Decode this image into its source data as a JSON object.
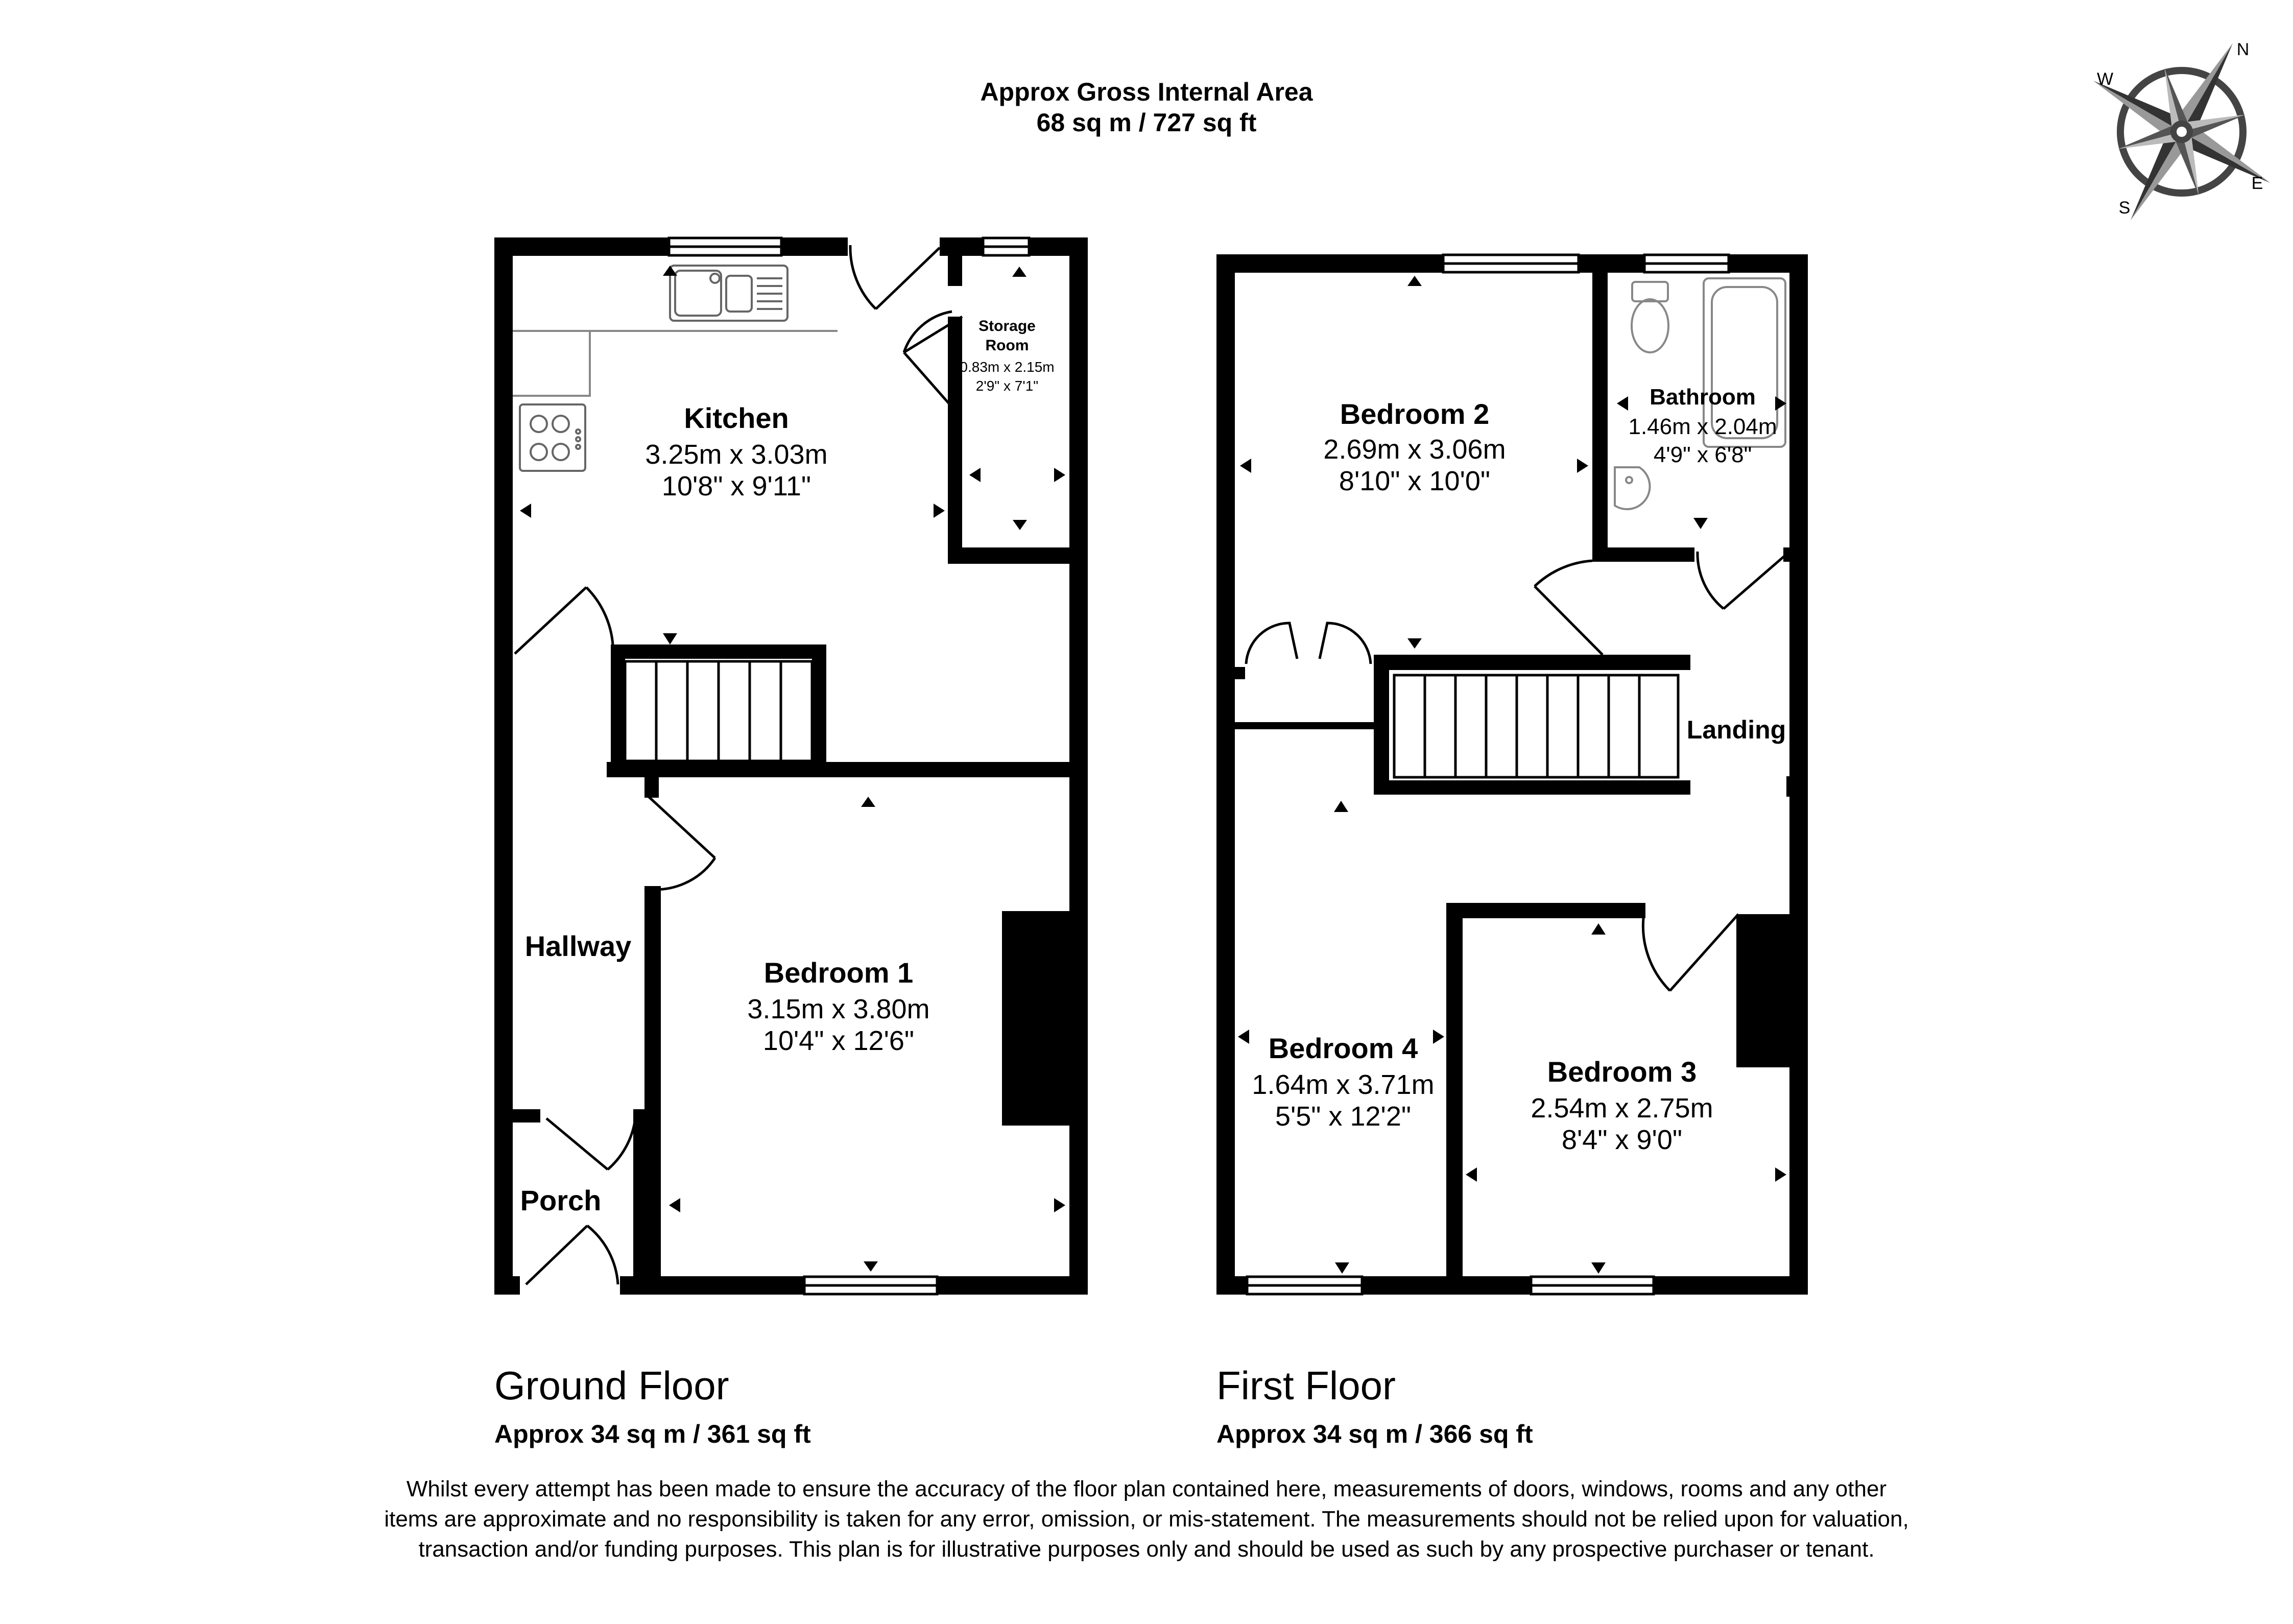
{
  "header": {
    "title": "Approx Gross Internal Area",
    "area": "68 sq m / 727 sq ft"
  },
  "compass": {
    "n": "N",
    "e": "E",
    "s": "S",
    "w": "W"
  },
  "ground_floor": {
    "title": "Ground Floor",
    "area": "Approx 34 sq m / 361 sq ft",
    "rooms": {
      "kitchen": {
        "name": "Kitchen",
        "metric": "3.25m x 3.03m",
        "imperial": "10'8\" x 9'11\""
      },
      "storage": {
        "name_line1": "Storage",
        "name_line2": "Room",
        "metric": "0.83m x 2.15m",
        "imperial": "2'9\" x 7'1\""
      },
      "hallway": {
        "name": "Hallway"
      },
      "porch": {
        "name": "Porch"
      },
      "bedroom1": {
        "name": "Bedroom 1",
        "metric": "3.15m x 3.80m",
        "imperial": "10'4\" x 12'6\""
      }
    }
  },
  "first_floor": {
    "title": "First Floor",
    "area": "Approx 34 sq m / 366 sq ft",
    "rooms": {
      "bedroom2": {
        "name": "Bedroom 2",
        "metric": "2.69m x 3.06m",
        "imperial": "8'10\" x 10'0\""
      },
      "bathroom": {
        "name": "Bathroom",
        "metric": "1.46m x 2.04m",
        "imperial": "4'9\" x 6'8\""
      },
      "landing": {
        "name": "Landing"
      },
      "bedroom4": {
        "name": "Bedroom 4",
        "metric": "1.64m x 3.71m",
        "imperial": "5'5\" x 12'2\""
      },
      "bedroom3": {
        "name": "Bedroom 3",
        "metric": "2.54m x 2.75m",
        "imperial": "8'4\" x 9'0\""
      }
    }
  },
  "disclaimer": "Whilst every attempt has been made to ensure the accuracy of the floor plan contained here, measurements of doors, windows, rooms and any other items are approximate and no responsibility is taken for any error, omission, or mis-statement. The measurements should not be relied upon for valuation, transaction and/or funding purposes. This plan is for illustrative purposes only and should be used as such by any prospective purchaser or tenant."
}
